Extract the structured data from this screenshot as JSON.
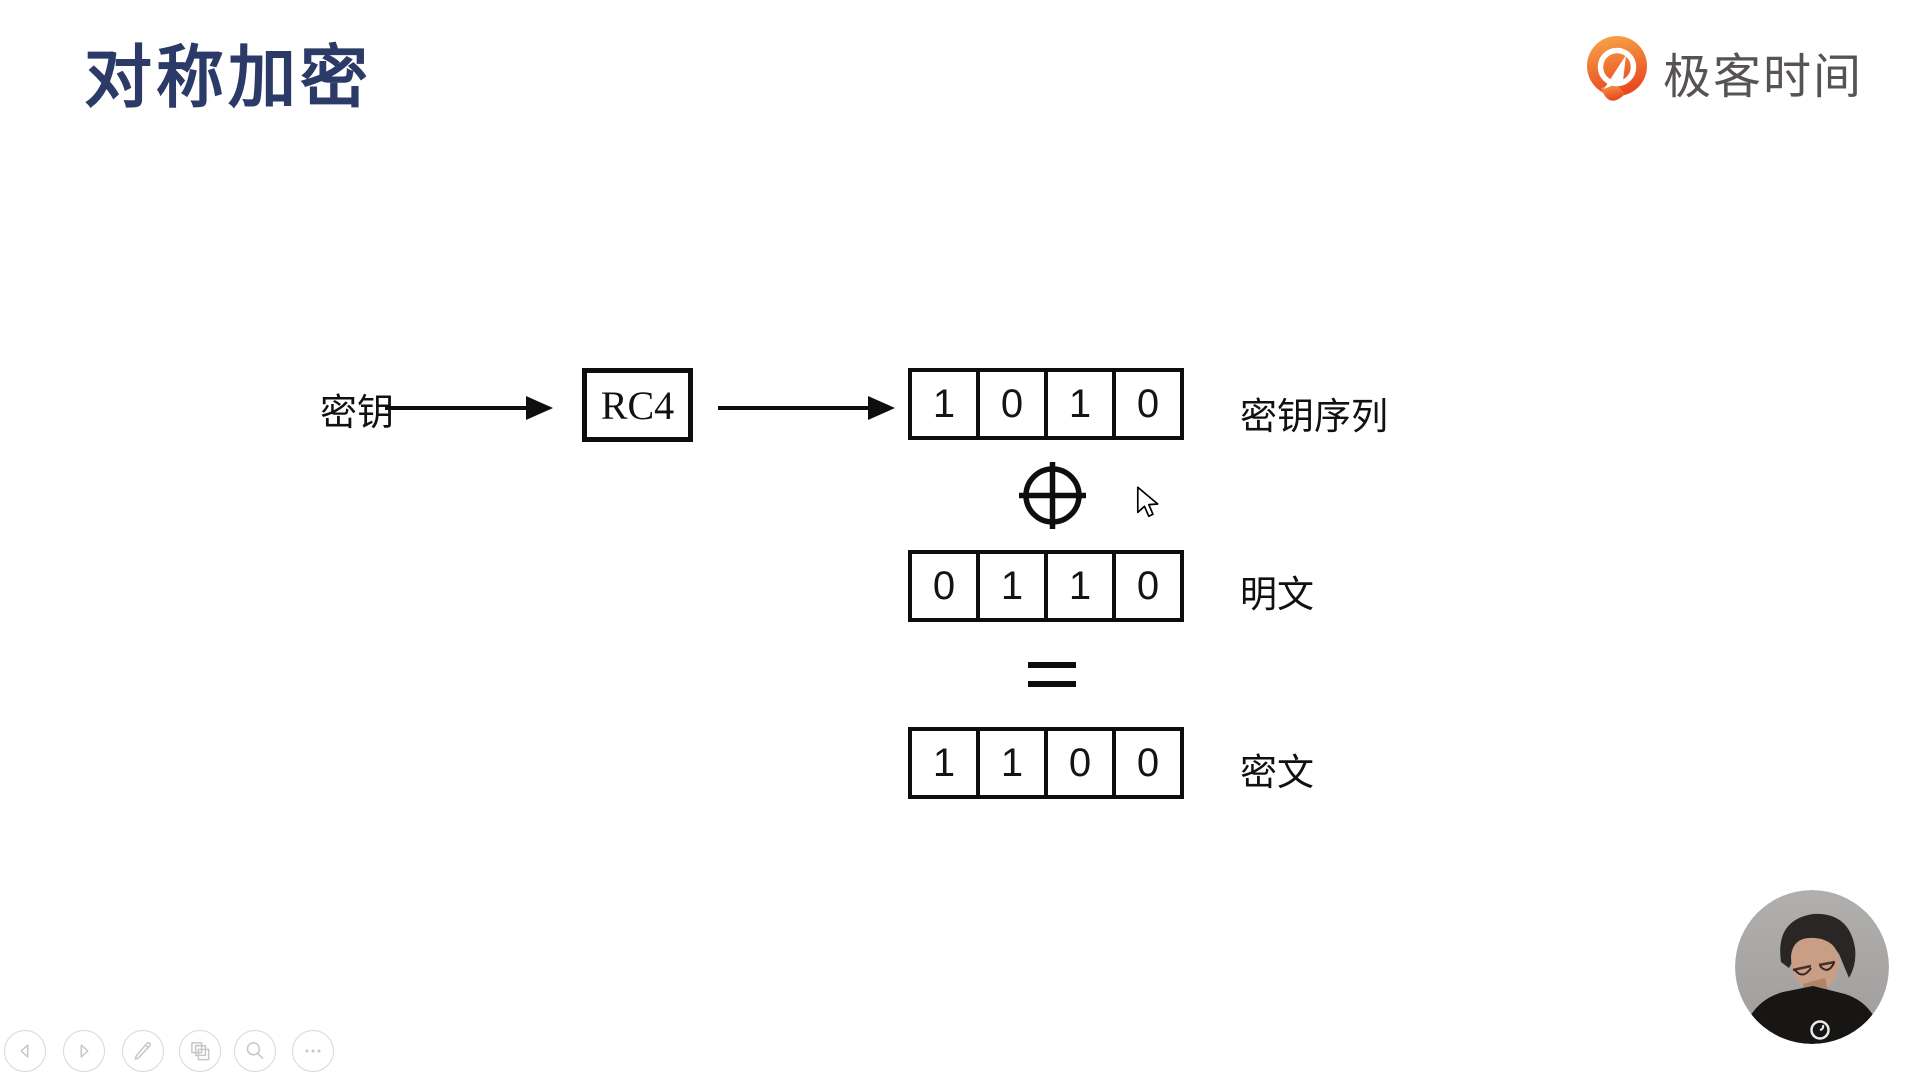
{
  "slide": {
    "title": "对称加密",
    "title_color": "#2b3a67",
    "background": "#ffffff"
  },
  "brand": {
    "name": "极客时间",
    "text_color": "#575353",
    "mark_gradient_top": "#f9a94b",
    "mark_gradient_bottom": "#e84a20"
  },
  "diagram": {
    "ink_color": "#0e0e0e",
    "key_label": "密钥",
    "cipher_name": "RC4",
    "xor_symbol": "⊕",
    "equals_symbol": "=",
    "rows": [
      {
        "label": "密钥序列",
        "bits": [
          "1",
          "0",
          "1",
          "0"
        ]
      },
      {
        "label": "明文",
        "bits": [
          "0",
          "1",
          "1",
          "0"
        ]
      },
      {
        "label": "密文",
        "bits": [
          "1",
          "1",
          "0",
          "0"
        ]
      }
    ]
  },
  "toolbar": {
    "buttons": [
      {
        "name": "previous",
        "icon": "triangle-left-icon"
      },
      {
        "name": "next",
        "icon": "triangle-right-icon"
      },
      {
        "name": "pen",
        "icon": "pen-icon"
      },
      {
        "name": "slides",
        "icon": "stacked-pages-icon"
      },
      {
        "name": "magnifier",
        "icon": "magnifier-icon"
      },
      {
        "name": "more",
        "icon": "ellipsis-icon"
      }
    ]
  },
  "webcam": {
    "background": "#a7a6a5"
  }
}
